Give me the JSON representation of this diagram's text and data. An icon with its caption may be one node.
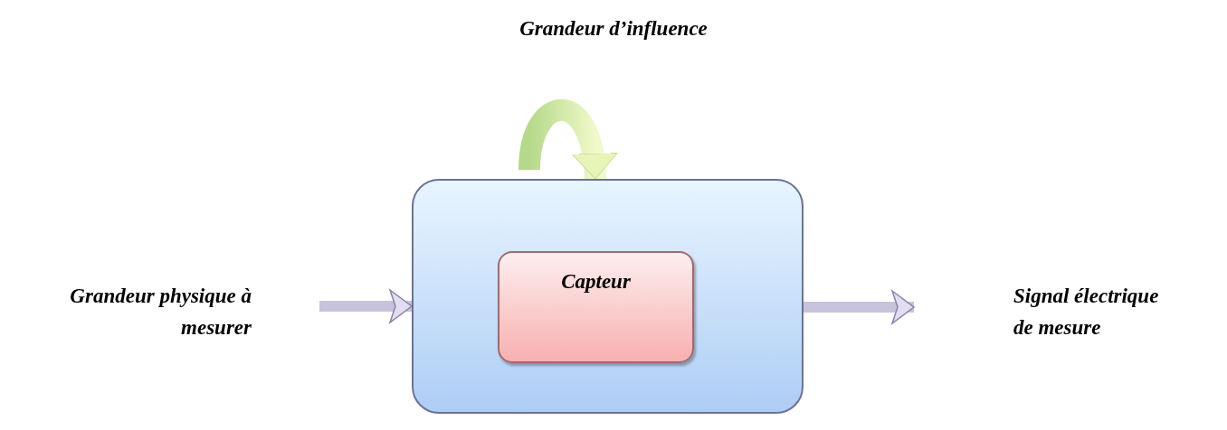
{
  "diagram": {
    "nodes": [
      {
        "text": [],
        "shape": "box"
      },
      {
        "text": [
          "Capteur"
        ],
        "in": 0
      },
      {
        "text": [
          "Grandeur physique à mesurer"
        ]
      },
      {
        "text": [
          "Signal électrique de mesure"
        ]
      }
    ],
    "edges": [
      {
        "from": 2,
        "to": 0,
        "arrow": "to"
      },
      {
        "from": 0,
        "to": 3,
        "arrow": "to"
      },
      {
        "from": null,
        "to": 0,
        "arrow": "to",
        "style": "thick",
        "color": "#b5d98a"
      }
    ],
    "labels": [
      "Grandeur d’influence"
    ]
  }
}
